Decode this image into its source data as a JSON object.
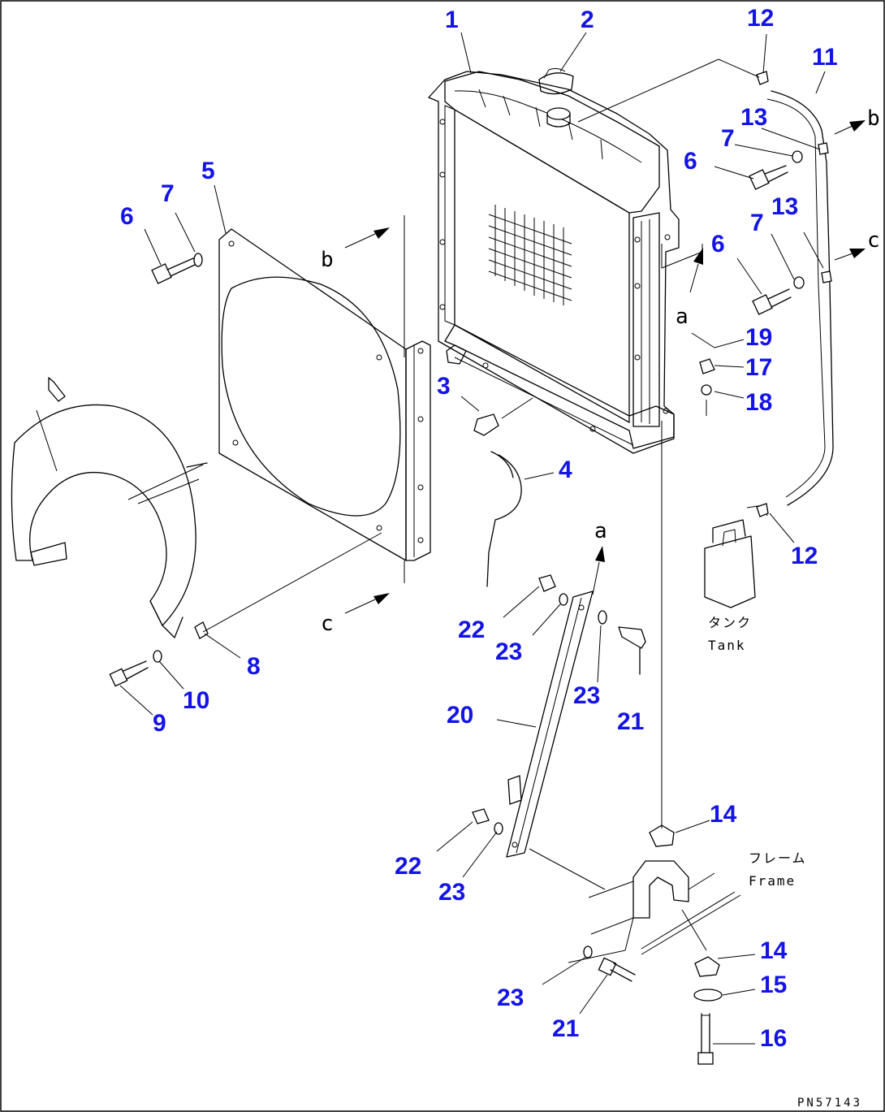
{
  "callouts": [
    "1",
    "2",
    "3",
    "4",
    "5",
    "6",
    "7",
    "8",
    "9",
    "10",
    "11",
    "12",
    "13",
    "14",
    "15",
    "16",
    "17",
    "18",
    "19",
    "20",
    "21",
    "22",
    "23"
  ],
  "letters": {
    "a": "a",
    "b": "b",
    "c": "c"
  },
  "tank_jp": "タンク",
  "tank_en": "Tank",
  "frame_jp": "フレーム",
  "frame_en": "Frame",
  "drawing_code": "PN57143",
  "colors": {
    "callout": "#1414e6",
    "line": "#000000",
    "background": "#ffffff"
  }
}
